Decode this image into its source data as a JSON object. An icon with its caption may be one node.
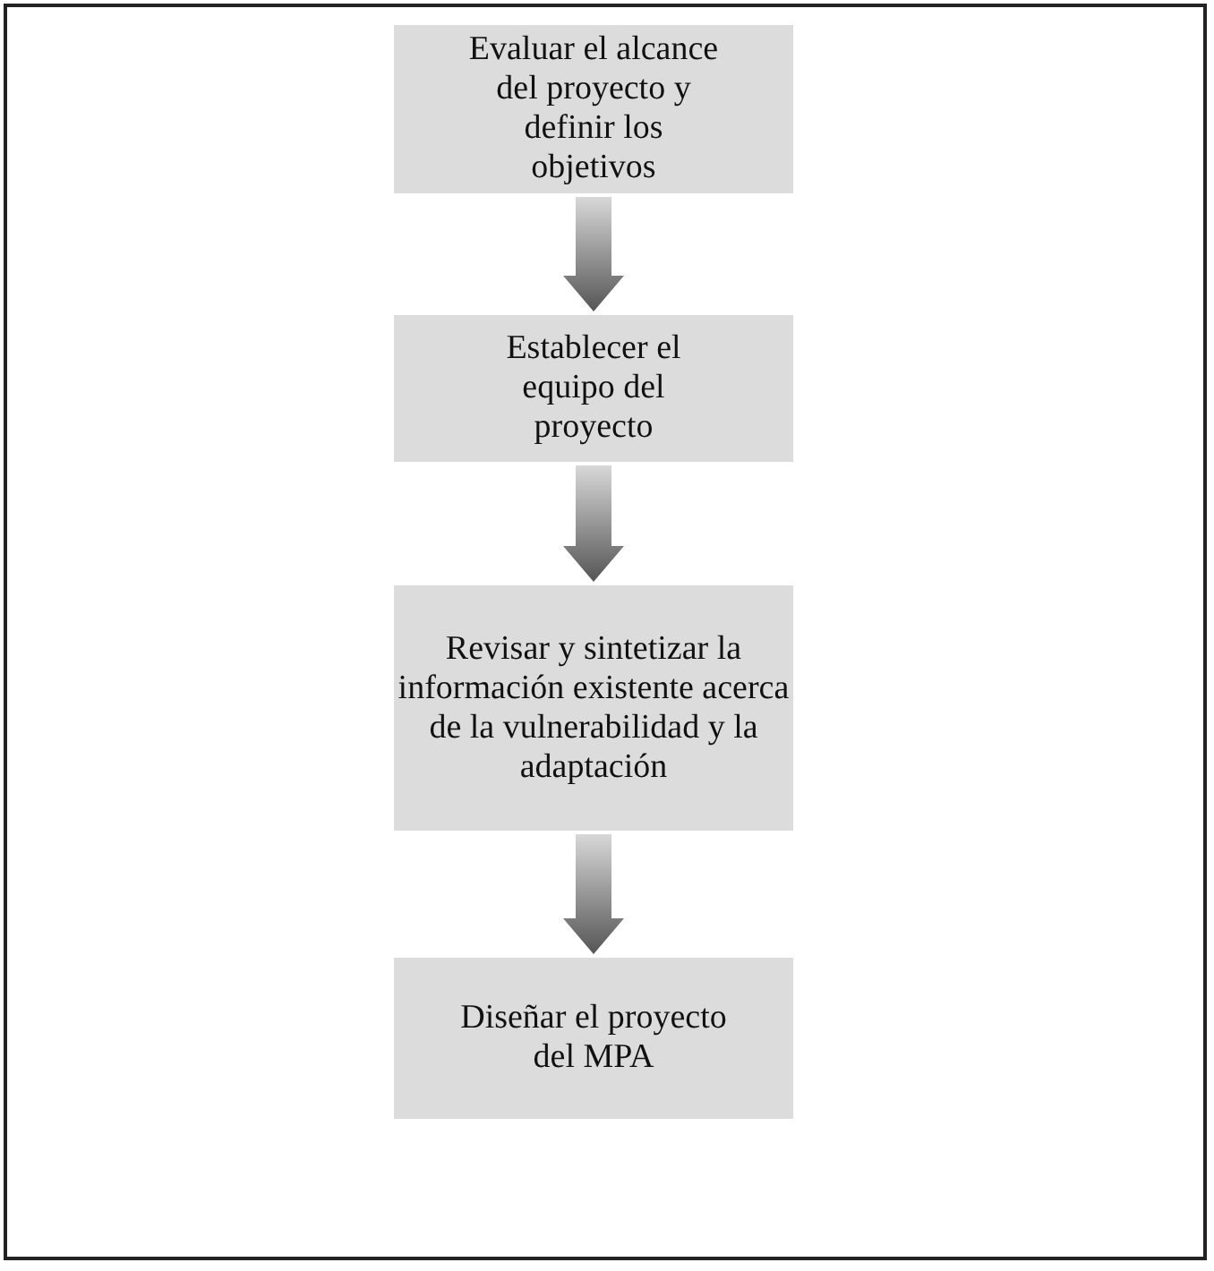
{
  "diagram": {
    "nodes": [
      {
        "text": [
          "Evaluar el alcance del proyecto y definir los objetivos"
        ]
      },
      {
        "text": [
          "Establecer el equipo del proyecto"
        ]
      },
      {
        "text": [
          "Revisar y sintetizar la información existente acerca de la vulnerabilidad y la adaptación"
        ]
      },
      {
        "text": [
          "Diseñar el proyecto del MPA"
        ]
      }
    ],
    "edges": [
      {
        "from": 0,
        "to": 1,
        "arrow": "to"
      },
      {
        "from": 1,
        "to": 2,
        "arrow": "to"
      },
      {
        "from": 2,
        "to": 3,
        "arrow": "to"
      }
    ]
  }
}
